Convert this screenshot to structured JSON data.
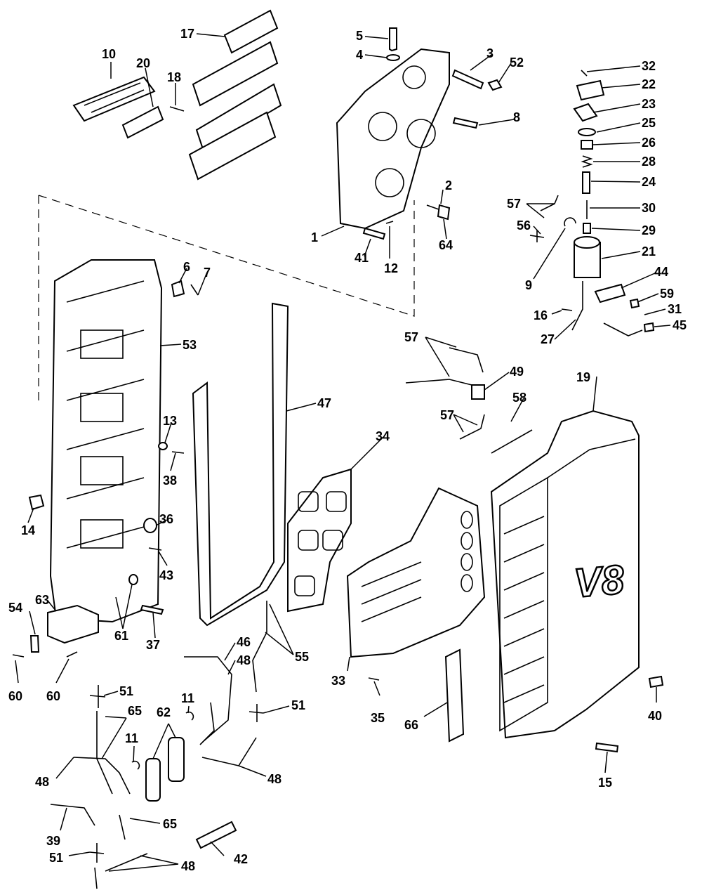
{
  "badge_text": "V8",
  "callouts": [
    {
      "id": "c17",
      "text": "17"
    },
    {
      "id": "c10",
      "text": "10"
    },
    {
      "id": "c20",
      "text": "20"
    },
    {
      "id": "c18",
      "text": "18"
    },
    {
      "id": "c5",
      "text": "5"
    },
    {
      "id": "c4",
      "text": "4"
    },
    {
      "id": "c3",
      "text": "3"
    },
    {
      "id": "c52",
      "text": "52"
    },
    {
      "id": "c8",
      "text": "8"
    },
    {
      "id": "c2",
      "text": "2"
    },
    {
      "id": "c1",
      "text": "1"
    },
    {
      "id": "c41",
      "text": "41"
    },
    {
      "id": "c12",
      "text": "12"
    },
    {
      "id": "c64",
      "text": "64"
    },
    {
      "id": "c32",
      "text": "32"
    },
    {
      "id": "c22",
      "text": "22"
    },
    {
      "id": "c23",
      "text": "23"
    },
    {
      "id": "c25",
      "text": "25"
    },
    {
      "id": "c26",
      "text": "26"
    },
    {
      "id": "c28",
      "text": "28"
    },
    {
      "id": "c24",
      "text": "24"
    },
    {
      "id": "c30",
      "text": "30"
    },
    {
      "id": "c29",
      "text": "29"
    },
    {
      "id": "c57a",
      "text": "57"
    },
    {
      "id": "c56",
      "text": "56"
    },
    {
      "id": "c9",
      "text": "9"
    },
    {
      "id": "c21",
      "text": "21"
    },
    {
      "id": "c44",
      "text": "44"
    },
    {
      "id": "c59",
      "text": "59"
    },
    {
      "id": "c31",
      "text": "31"
    },
    {
      "id": "c16",
      "text": "16"
    },
    {
      "id": "c45",
      "text": "45"
    },
    {
      "id": "c27",
      "text": "27"
    },
    {
      "id": "c6",
      "text": "6"
    },
    {
      "id": "c7",
      "text": "7"
    },
    {
      "id": "c53",
      "text": "53"
    },
    {
      "id": "c57b",
      "text": "57"
    },
    {
      "id": "c49",
      "text": "49"
    },
    {
      "id": "c19",
      "text": "19"
    },
    {
      "id": "c47",
      "text": "47"
    },
    {
      "id": "c57c",
      "text": "57"
    },
    {
      "id": "c58",
      "text": "58"
    },
    {
      "id": "c13",
      "text": "13"
    },
    {
      "id": "c38",
      "text": "38"
    },
    {
      "id": "c34",
      "text": "34"
    },
    {
      "id": "c14",
      "text": "14"
    },
    {
      "id": "c36",
      "text": "36"
    },
    {
      "id": "c43",
      "text": "43"
    },
    {
      "id": "c54",
      "text": "54"
    },
    {
      "id": "c63",
      "text": "63"
    },
    {
      "id": "c61",
      "text": "61"
    },
    {
      "id": "c37",
      "text": "37"
    },
    {
      "id": "c46",
      "text": "46"
    },
    {
      "id": "c48a",
      "text": "48"
    },
    {
      "id": "c55",
      "text": "55"
    },
    {
      "id": "c60a",
      "text": "60"
    },
    {
      "id": "c60b",
      "text": "60"
    },
    {
      "id": "c51a",
      "text": "51"
    },
    {
      "id": "c11a",
      "text": "11"
    },
    {
      "id": "c62",
      "text": "62"
    },
    {
      "id": "c65a",
      "text": "65"
    },
    {
      "id": "c11b",
      "text": "11"
    },
    {
      "id": "c51b",
      "text": "51"
    },
    {
      "id": "c33",
      "text": "33"
    },
    {
      "id": "c35",
      "text": "35"
    },
    {
      "id": "c66",
      "text": "66"
    },
    {
      "id": "c40",
      "text": "40"
    },
    {
      "id": "c15",
      "text": "15"
    },
    {
      "id": "c48b",
      "text": "48"
    },
    {
      "id": "c48c",
      "text": "48"
    },
    {
      "id": "c39",
      "text": "39"
    },
    {
      "id": "c65b",
      "text": "65"
    },
    {
      "id": "c42",
      "text": "42"
    },
    {
      "id": "c51c",
      "text": "51"
    },
    {
      "id": "c48d",
      "text": "48"
    }
  ]
}
